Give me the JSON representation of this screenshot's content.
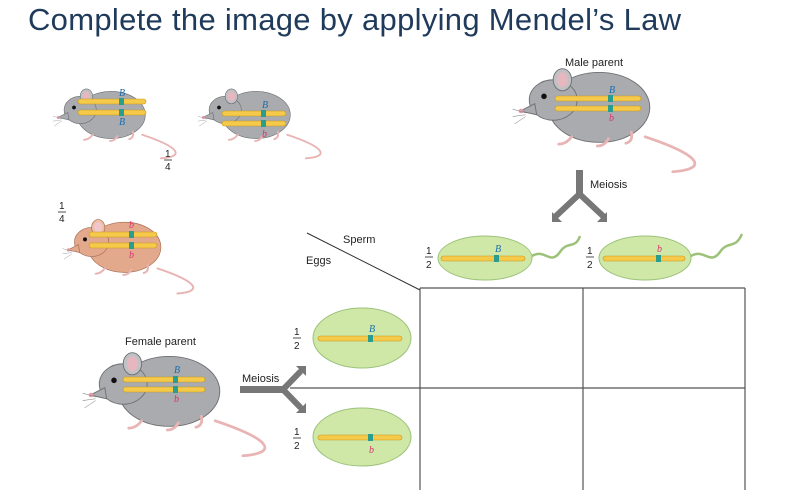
{
  "title": "Complete the image by applying Mendel’s Law",
  "labels": {
    "male_parent": "Male parent",
    "female_parent": "Female parent",
    "meiosis_top": "Meiosis",
    "meiosis_left": "Meiosis",
    "sperm": "Sperm",
    "eggs": "Eggs"
  },
  "fractions": {
    "offspring_bb_upper": {
      "num": "1",
      "den": "4"
    },
    "offspring_bb_lower": {
      "num": "1",
      "den": "4"
    },
    "sperm_B": {
      "num": "1",
      "den": "2"
    },
    "sperm_b": {
      "num": "1",
      "den": "2"
    },
    "egg_B": {
      "num": "1",
      "den": "2"
    },
    "egg_b": {
      "num": "1",
      "den": "2"
    }
  },
  "alleles": {
    "dominant": "B",
    "recessive": "b"
  },
  "colors": {
    "title": "#1f3a5a",
    "gray_mouse": "#a9abae",
    "brown_mouse": "#e3a98c",
    "chromosome": "#f5c94a",
    "gamete": "#cfe8a8",
    "dominant_allele": "#1a6cb0",
    "recessive_allele": "#d6336c",
    "grid": "#555555"
  }
}
